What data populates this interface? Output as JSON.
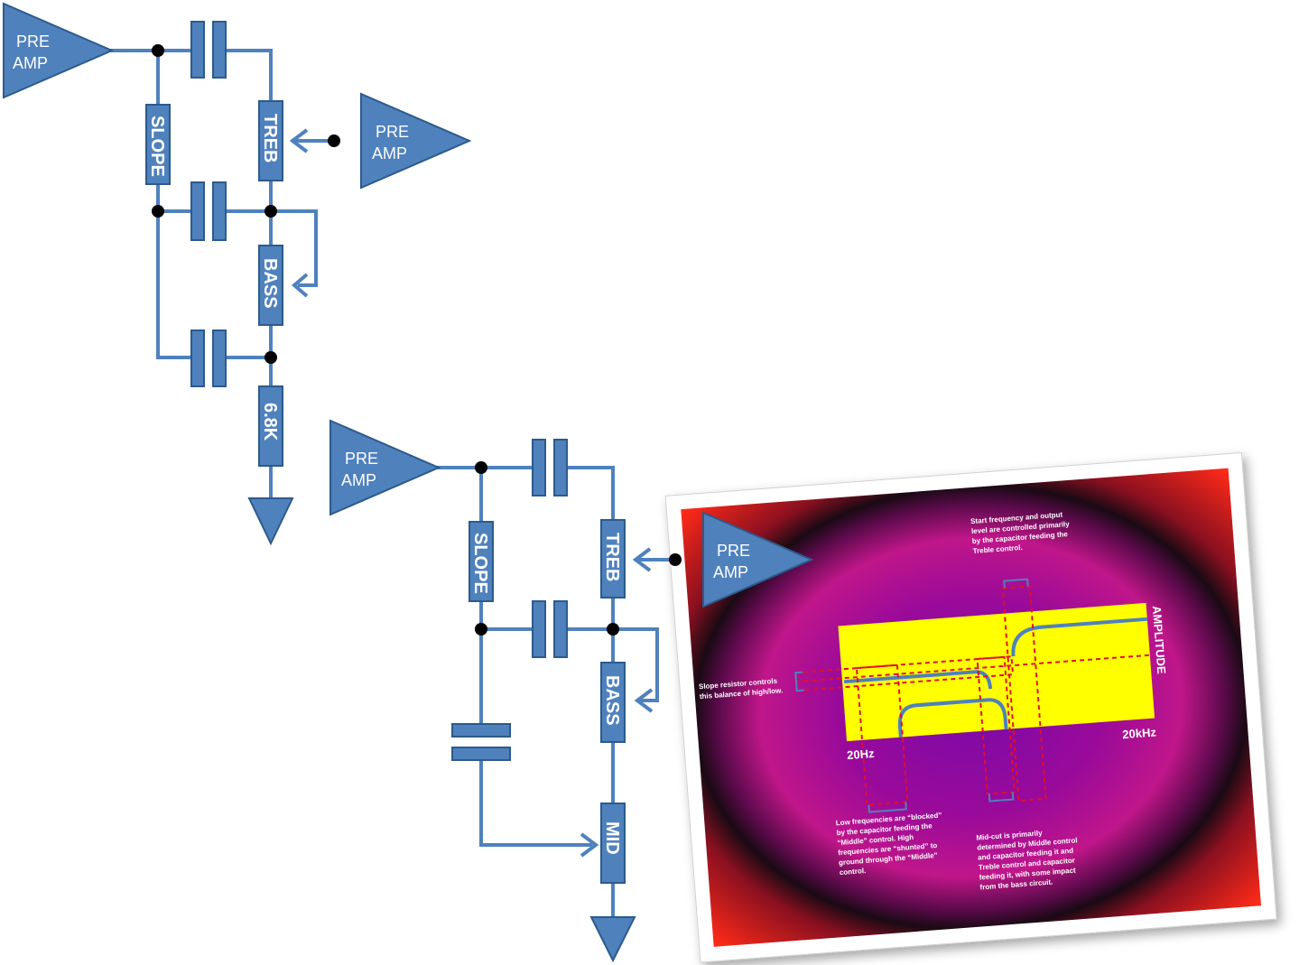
{
  "amps": {
    "label_line1": "PRE",
    "label_line2": "AMP"
  },
  "circuit1": {
    "slope": "SLOPE",
    "treb": "TREB",
    "bass": "BASS",
    "res": "6.8K"
  },
  "circuit2": {
    "slope": "SLOPE",
    "treb": "TREB",
    "bass": "BASS",
    "mid": "MID"
  },
  "photo": {
    "axis_amplitude": "AMPLITUDE",
    "axis_low": "20Hz",
    "axis_high": "20kHz",
    "note_start": [
      "Start frequency and output",
      "level are controlled primarily",
      "by the capacitor feeding the",
      "Treble control."
    ],
    "note_slope": [
      "Slope resistor controls",
      "this balance of high/low."
    ],
    "note_low": [
      "Low frequencies are “blocked”",
      "by the capacitor feeding the",
      "“Middle” control. High",
      "frequencies are “shunted” to",
      "ground through the “Middle”",
      "control."
    ],
    "note_mid": [
      "Mid-cut is primarily",
      "determined by Middle control",
      "and capacitor feeding it and",
      "Treble control and capacitor",
      "feeding it, with some impact",
      "from the bass circuit."
    ],
    "colors": {
      "yellow_area": "#ffff00",
      "background_center": "#8a0aa8",
      "background_mid": "#c0168a",
      "background_edge": "#e8282a",
      "markers": "#e0102a"
    }
  }
}
